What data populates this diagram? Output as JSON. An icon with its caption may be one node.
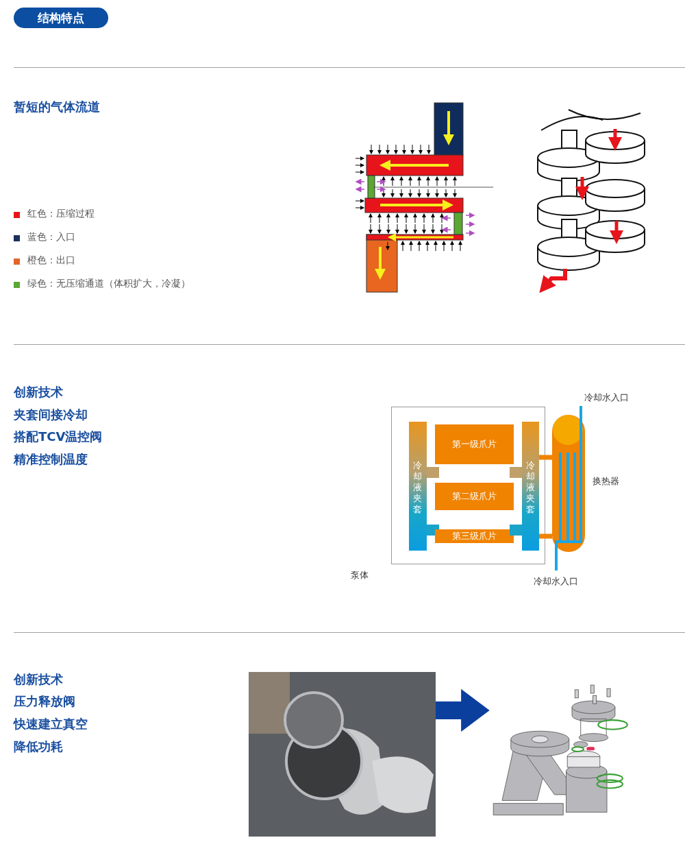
{
  "diagram": {
    "title": "结构特点",
    "nodes": [
      {
        "text": [
          "泵体"
        ]
      },
      {
        "text": [
          "冷却液夹套"
        ],
        "in": 0
      },
      {
        "text": [
          "第一级爪片"
        ],
        "in": 0
      },
      {
        "text": [
          "第二级爪片"
        ],
        "in": 0
      },
      {
        "text": [
          "第三级爪片"
        ],
        "in": 0
      },
      {
        "text": [
          "冷却液夹套"
        ],
        "in": 0
      },
      {
        "text": [
          "换热器"
        ]
      },
      {
        "text": [],
        "shape": "picture"
      },
      {
        "text": [],
        "shape": "picture"
      }
    ],
    "edges": [
      {
        "from": 5,
        "to": 6,
        "arrow": "none"
      },
      {
        "from": 5,
        "to": 6,
        "arrow": "none"
      },
      {
        "from": 7,
        "to": 8,
        "arrow": "to",
        "style": "thick",
        "color": "#0b3f9e"
      }
    ],
    "labels": [
      "暂短的气体流道",
      "创新技术",
      "夹套间接冷却",
      "搭配TCV温控阀",
      "精准控制温度",
      "冷却水入口",
      "冷却水入口",
      "创新技术",
      "压力释放阀",
      "快速建立真空",
      "降低功耗"
    ],
    "legend": [
      {
        "text": "红色：压缩过程",
        "color": "#e8141b"
      },
      {
        "text": "蓝色：入口",
        "color": "#1b2f5c"
      },
      {
        "text": "橙色：出口",
        "color": "#e0662a"
      },
      {
        "text": "绿色：无压缩通道（体积扩大，冷凝）",
        "color": "#5aa832"
      }
    ]
  }
}
